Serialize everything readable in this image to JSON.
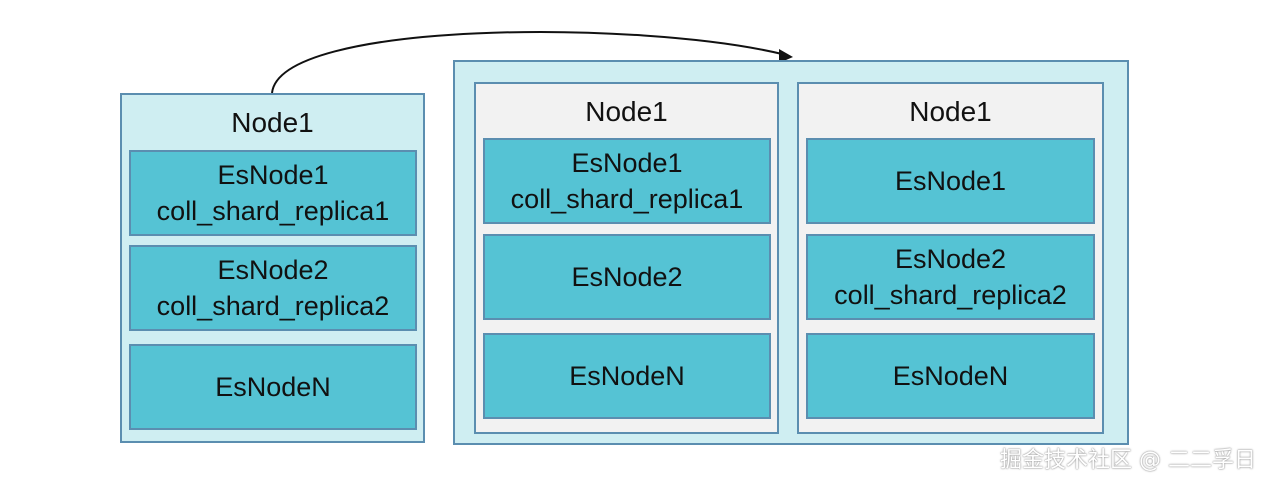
{
  "left_node": {
    "title": "Node1",
    "es_nodes": [
      {
        "line1": "EsNode1",
        "line2": "coll_shard_replica1"
      },
      {
        "line1": "EsNode2",
        "line2": "coll_shard_replica2"
      },
      {
        "line1": "EsNodeN",
        "line2": ""
      }
    ]
  },
  "right_cluster": {
    "nodes": [
      {
        "title": "Node1",
        "es_nodes": [
          {
            "line1": "EsNode1",
            "line2": "coll_shard_replica1"
          },
          {
            "line1": "EsNode2",
            "line2": ""
          },
          {
            "line1": "EsNodeN",
            "line2": ""
          }
        ]
      },
      {
        "title": "Node1",
        "es_nodes": [
          {
            "line1": "EsNode1",
            "line2": ""
          },
          {
            "line1": "EsNode2",
            "line2": "coll_shard_replica2"
          },
          {
            "line1": "EsNodeN",
            "line2": ""
          }
        ]
      }
    ]
  },
  "watermark": "掘金技术社区 @ 二二孚日",
  "colors": {
    "node_fill": "#cfeef2",
    "inner_node_fill": "#f2f2f2",
    "es_fill": "#55c3d4",
    "border": "#5b8eb0"
  }
}
